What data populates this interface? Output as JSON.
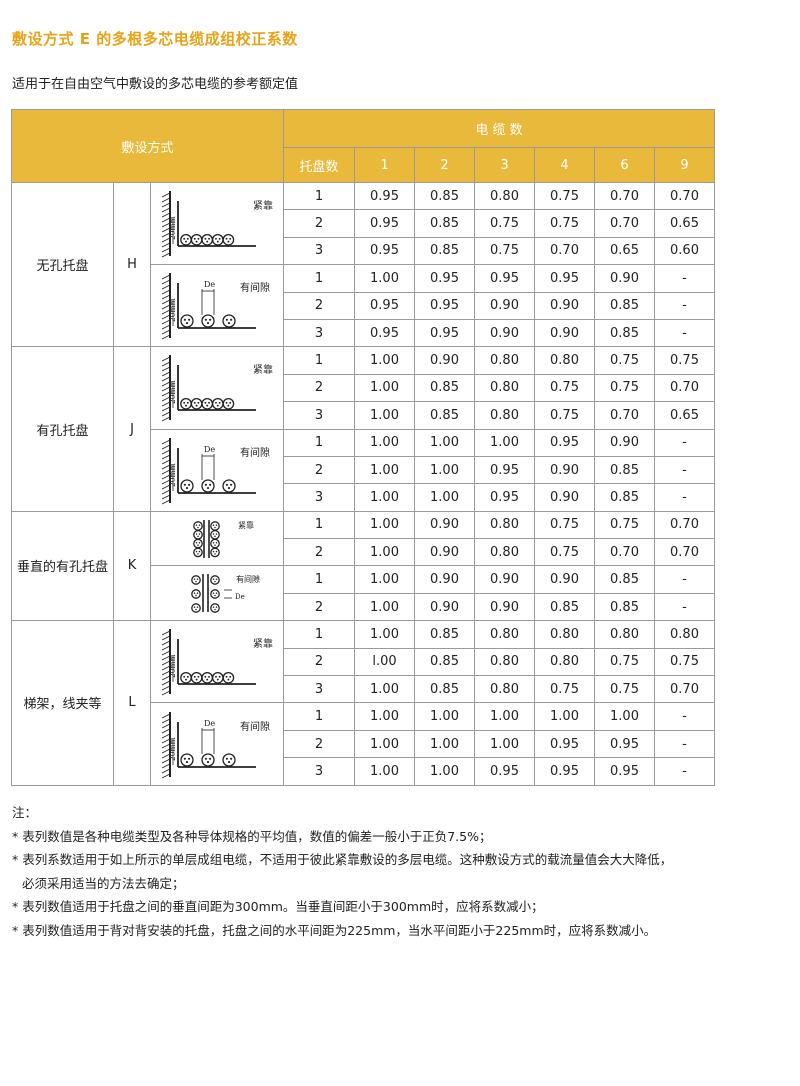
{
  "title": "敷设方式 E 的多根多芯电缆成组校正系数",
  "subtitle": "适用于在自由空气中敷设的多芯电缆的参考额定值",
  "header": {
    "method_label": "敷设方式",
    "cable_count_label": "电 缆 数",
    "tray_count_label": "托盘数",
    "cable_counts": [
      "1",
      "2",
      "3",
      "4",
      "6",
      "9"
    ]
  },
  "diagram_labels": {
    "touching": "紧靠",
    "spaced": "有间隙",
    "spacing_mark": "20mm",
    "de_mark": "De"
  },
  "groups": [
    {
      "name": "无孔托盘",
      "code": "H",
      "blocks": [
        {
          "layout": "touching",
          "rows": [
            [
              "1",
              "0.95",
              "0.85",
              "0.80",
              "0.75",
              "0.70",
              "0.70"
            ],
            [
              "2",
              "0.95",
              "0.85",
              "0.75",
              "0.75",
              "0.70",
              "0.65"
            ],
            [
              "3",
              "0.95",
              "0.85",
              "0.75",
              "0.70",
              "0.65",
              "0.60"
            ]
          ]
        },
        {
          "layout": "spaced",
          "rows": [
            [
              "1",
              "1.00",
              "0.95",
              "0.95",
              "0.95",
              "0.90",
              "-"
            ],
            [
              "2",
              "0.95",
              "0.95",
              "0.90",
              "0.90",
              "0.85",
              "-"
            ],
            [
              "3",
              "0.95",
              "0.95",
              "0.90",
              "0.90",
              "0.85",
              "-"
            ]
          ]
        }
      ]
    },
    {
      "name": "有孔托盘",
      "code": "J",
      "blocks": [
        {
          "layout": "touching",
          "rows": [
            [
              "1",
              "1.00",
              "0.90",
              "0.80",
              "0.80",
              "0.75",
              "0.75"
            ],
            [
              "2",
              "1.00",
              "0.85",
              "0.80",
              "0.75",
              "0.75",
              "0.70"
            ],
            [
              "3",
              "1.00",
              "0.85",
              "0.80",
              "0.75",
              "0.70",
              "0.65"
            ]
          ]
        },
        {
          "layout": "spaced",
          "rows": [
            [
              "1",
              "1.00",
              "1.00",
              "1.00",
              "0.95",
              "0.90",
              "-"
            ],
            [
              "2",
              "1.00",
              "1.00",
              "0.95",
              "0.90",
              "0.85",
              "-"
            ],
            [
              "3",
              "1.00",
              "1.00",
              "0.95",
              "0.90",
              "0.85",
              "-"
            ]
          ]
        }
      ]
    },
    {
      "name": "垂直的有孔托盘",
      "code": "K",
      "blocks": [
        {
          "layout": "vertical-touching",
          "rows": [
            [
              "1",
              "1.00",
              "0.90",
              "0.80",
              "0.75",
              "0.75",
              "0.70"
            ],
            [
              "2",
              "1.00",
              "0.90",
              "0.80",
              "0.75",
              "0.70",
              "0.70"
            ]
          ]
        },
        {
          "layout": "vertical-spaced",
          "rows": [
            [
              "1",
              "1.00",
              "0.90",
              "0.90",
              "0.90",
              "0.85",
              "-"
            ],
            [
              "2",
              "1.00",
              "0.90",
              "0.90",
              "0.85",
              "0.85",
              "-"
            ]
          ]
        }
      ]
    },
    {
      "name": "梯架，线夹等",
      "code": "L",
      "blocks": [
        {
          "layout": "touching",
          "rows": [
            [
              "1",
              "1.00",
              "0.85",
              "0.80",
              "0.80",
              "0.80",
              "0.80"
            ],
            [
              "2",
              "l.00",
              "0.85",
              "0.80",
              "0.80",
              "0.75",
              "0.75"
            ],
            [
              "3",
              "1.00",
              "0.85",
              "0.80",
              "0.75",
              "0.75",
              "0.70"
            ]
          ]
        },
        {
          "layout": "spaced",
          "rows": [
            [
              "1",
              "1.00",
              "1.00",
              "1.00",
              "1.00",
              "1.00",
              "-"
            ],
            [
              "2",
              "1.00",
              "1.00",
              "1.00",
              "0.95",
              "0.95",
              "-"
            ],
            [
              "3",
              "1.00",
              "1.00",
              "0.95",
              "0.95",
              "0.95",
              "-"
            ]
          ]
        }
      ]
    }
  ],
  "notes": {
    "heading": "注：",
    "items": [
      "* 表列数值是各种电缆类型及各种导体规格的平均值，数值的偏差一般小于正负7.5%；",
      "* 表列系数适用于如上所示的单层成组电缆，不适用于彼此紧靠敷设的多层电缆。这种敷设方式的载流量值会大大降低，",
      "必须采用适当的方法去确定；",
      "* 表列数值适用于托盘之间的垂直间距为300mm。当垂直间距小于300mm时，应将系数减小；",
      "* 表列数值适用于背对背安装的托盘，托盘之间的水平间距为225mm，当水平间距小于225mm时，应将系数减小。"
    ]
  }
}
